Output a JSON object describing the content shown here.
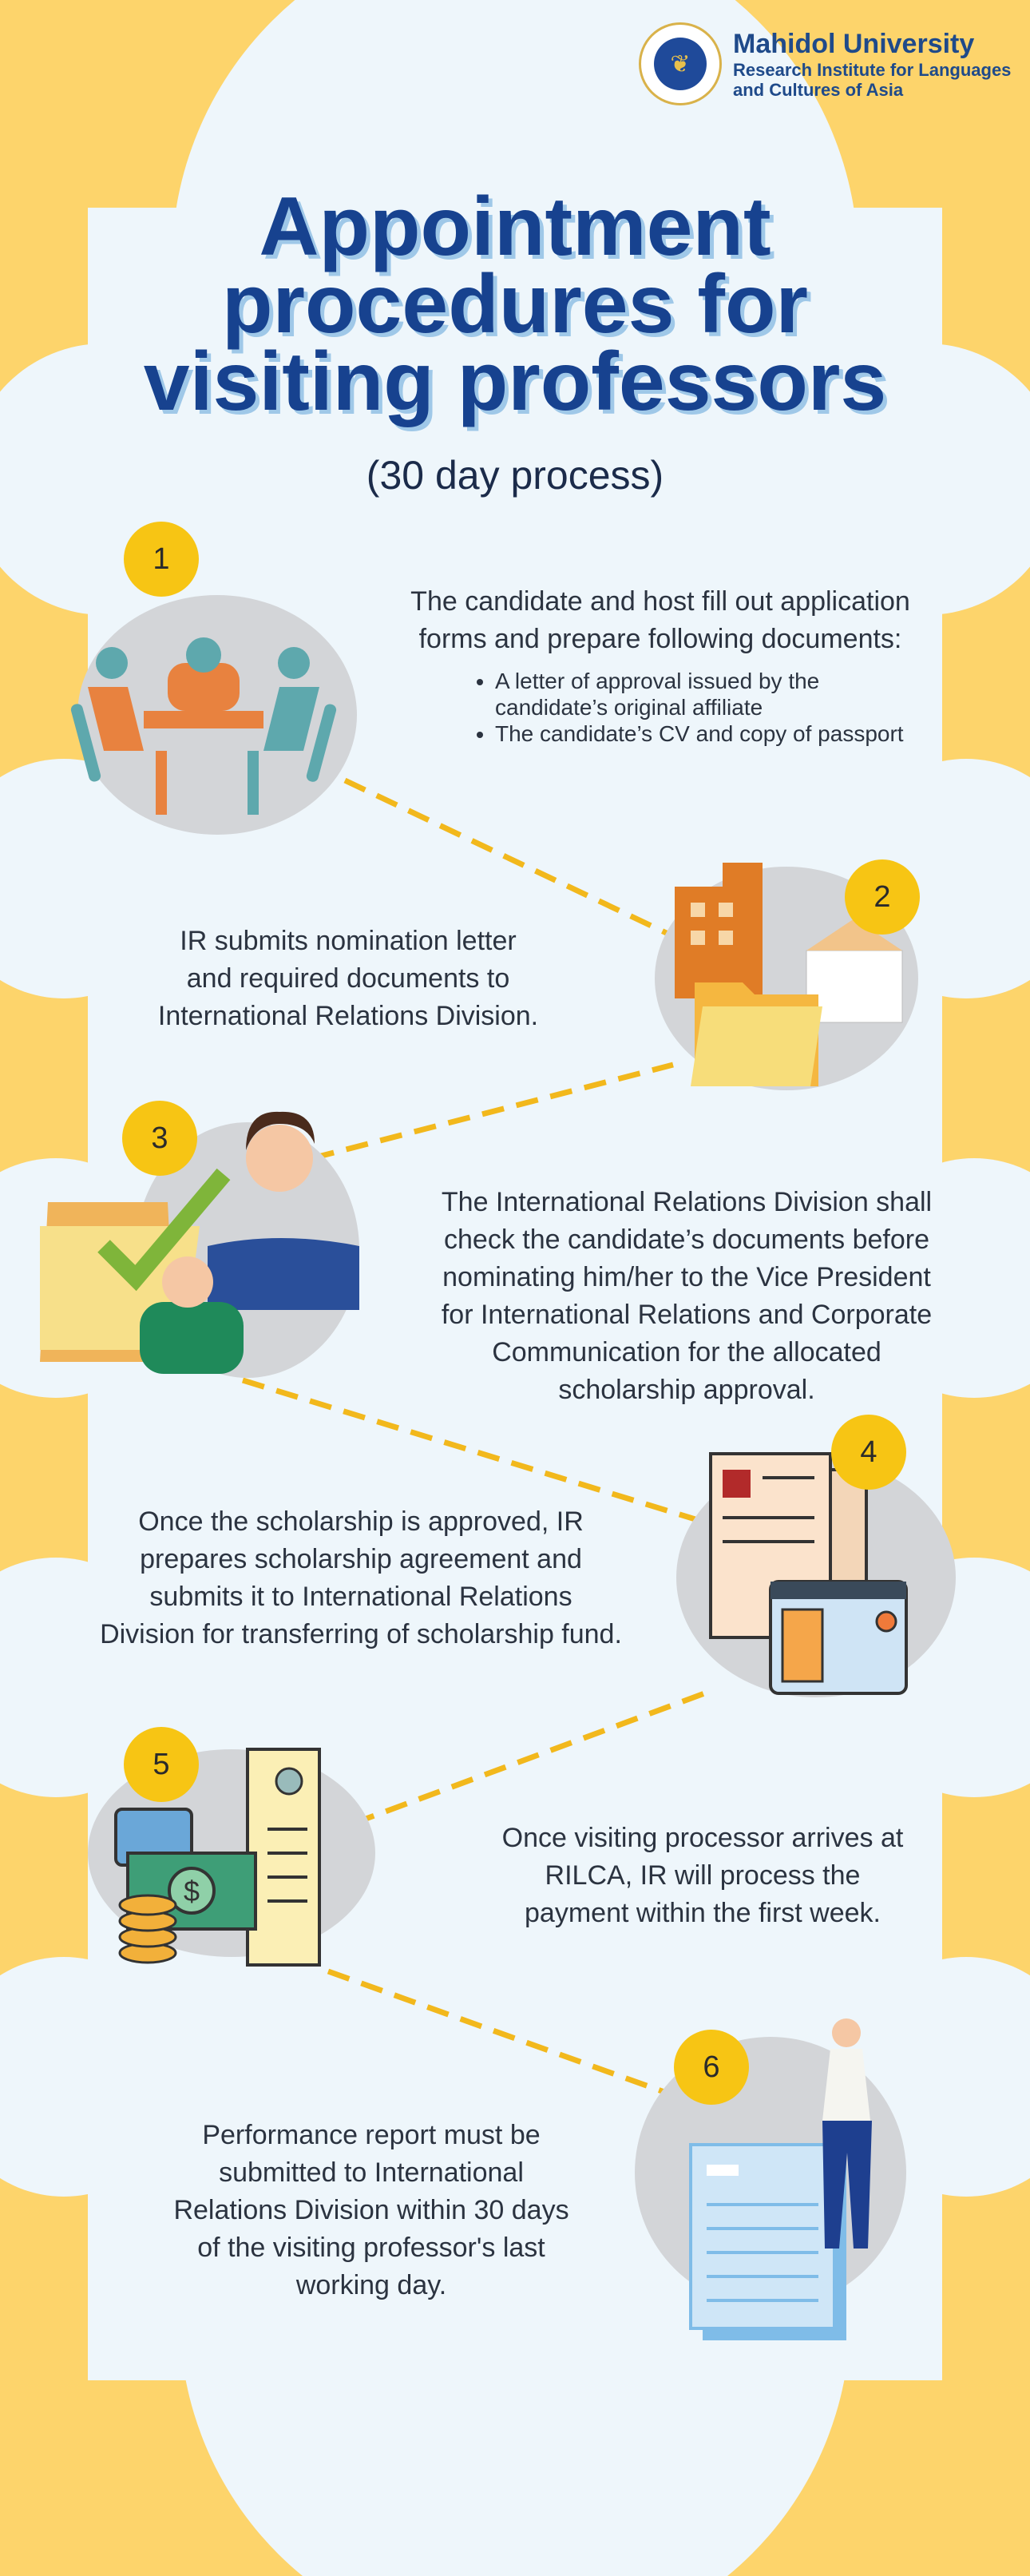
{
  "header": {
    "university": "Mahidol University",
    "institute_line1": "Research Institute for Languages",
    "institute_line2": "and Cultures of Asia"
  },
  "title": {
    "line1": "Appointment",
    "line2": "procedures for",
    "line3": "visiting professors",
    "subtitle": "(30 day process)"
  },
  "steps": [
    {
      "number": "1",
      "lines": [
        "The candidate and host fill out application",
        "forms and prepare following documents:"
      ],
      "bullets": [
        "A letter of approval issued by the candidate’s original affiliate",
        "The candidate’s CV and copy of passport"
      ]
    },
    {
      "number": "2",
      "lines": [
        "IR submits nomination letter",
        "and required documents to",
        "International Relations Division."
      ]
    },
    {
      "number": "3",
      "lines": [
        "The International Relations Division shall",
        "check the candidate’s documents before",
        "nominating him/her to the Vice President",
        "for International Relations and Corporate",
        "Communication for the allocated",
        "scholarship approval."
      ]
    },
    {
      "number": "4",
      "lines": [
        "Once the scholarship is approved, IR",
        "prepares scholarship agreement and",
        "submits it to International Relations",
        "Division for transferring of scholarship fund."
      ]
    },
    {
      "number": "5",
      "lines": [
        "Once visiting processor arrives at",
        "RILCA, IR will process the",
        "payment within the first week."
      ]
    },
    {
      "number": "6",
      "lines": [
        "Performance report must be",
        "submitted to International",
        "Relations Division within 30 days",
        "of the visiting professor's last",
        "working day."
      ]
    }
  ],
  "colors": {
    "background": "#fdd46b",
    "panel": "#eef6fb",
    "title": "#17428f",
    "badge": "#f7c514",
    "connector": "#f2b81c"
  }
}
